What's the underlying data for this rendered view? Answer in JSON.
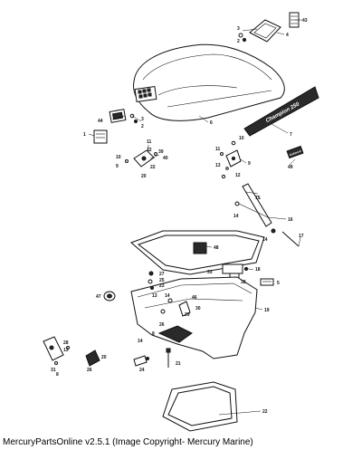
{
  "footer": {
    "caption": "MercuryPartsOnline v2.5.1 (Image Copyright- Mercury Marine)"
  },
  "decal": {
    "brand_text": "Champion 250",
    "badge_text": "Outboard"
  },
  "callouts": {
    "c1": "1",
    "c2": "2",
    "c3": "3",
    "c4": "4",
    "c5": "5",
    "c6": "6",
    "c7": "7",
    "c8": "8",
    "c9": "9",
    "c10": "10",
    "c11": "11",
    "c12": "12",
    "c13": "13",
    "c14": "14",
    "c15": "15",
    "c16": "16",
    "c17": "17",
    "c18": "18",
    "c19": "19",
    "c20": "20",
    "c21": "21",
    "c22": "22",
    "c23": "23",
    "c24": "24",
    "c25": "25",
    "c26": "26",
    "c27": "27",
    "c28": "28",
    "c29": "29",
    "c30": "30",
    "c31": "31",
    "c32": "32",
    "c33": "33",
    "c39": "39",
    "c40": "40",
    "c43": "43",
    "c44": "44",
    "c46": "46",
    "c47": "47",
    "c48": "48",
    "c49": "49"
  }
}
